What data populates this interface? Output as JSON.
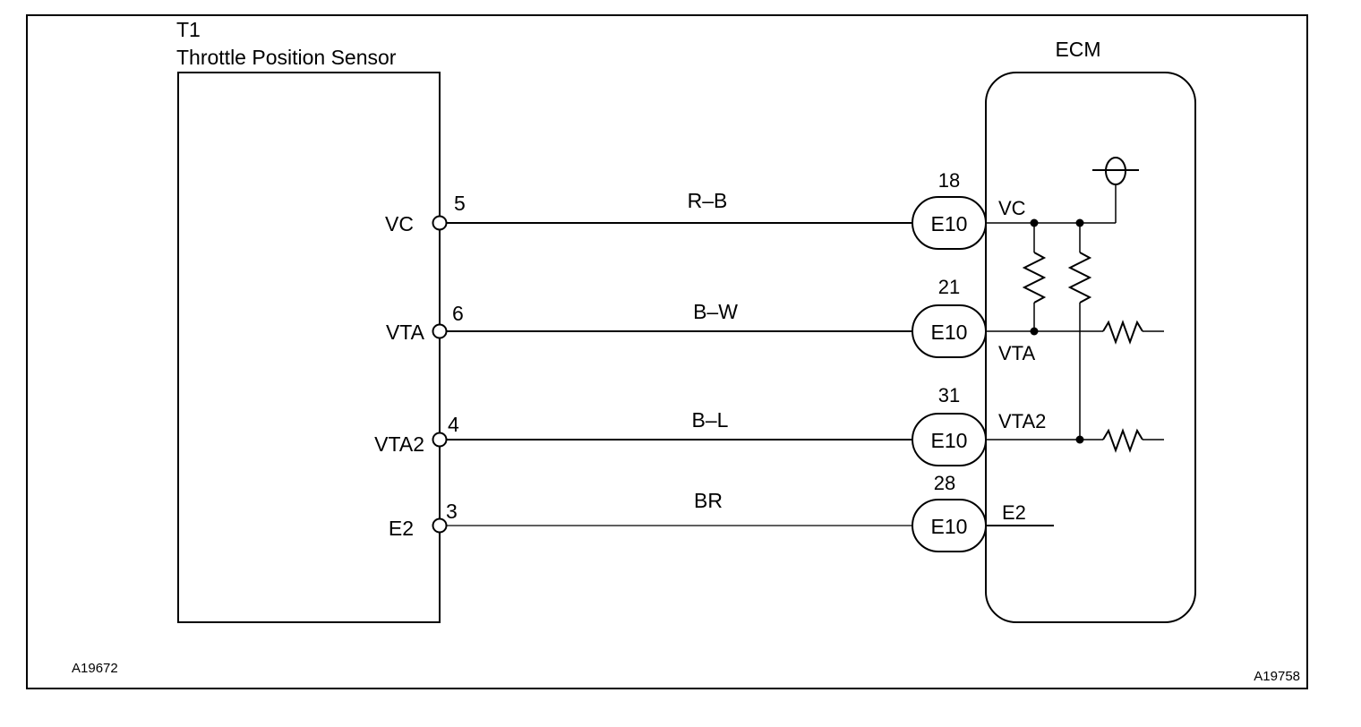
{
  "sensor": {
    "id": "T1",
    "name": "Throttle Position Sensor",
    "terminals": [
      {
        "name": "VC",
        "pin": "5"
      },
      {
        "name": "VTA",
        "pin": "6"
      },
      {
        "name": "VTA2",
        "pin": "4"
      },
      {
        "name": "E2",
        "pin": "3"
      }
    ]
  },
  "wires": [
    {
      "color": "R–B"
    },
    {
      "color": "B–W"
    },
    {
      "color": "B–L"
    },
    {
      "color": "BR"
    }
  ],
  "connectors": [
    {
      "id": "E10",
      "pin": "18"
    },
    {
      "id": "E10",
      "pin": "21"
    },
    {
      "id": "E10",
      "pin": "31"
    },
    {
      "id": "E10",
      "pin": "28"
    }
  ],
  "ecm": {
    "title": "ECM",
    "terminals": [
      "VC",
      "VTA",
      "VTA2",
      "E2"
    ]
  },
  "codes": {
    "left": "A19672",
    "right": "A19758"
  }
}
